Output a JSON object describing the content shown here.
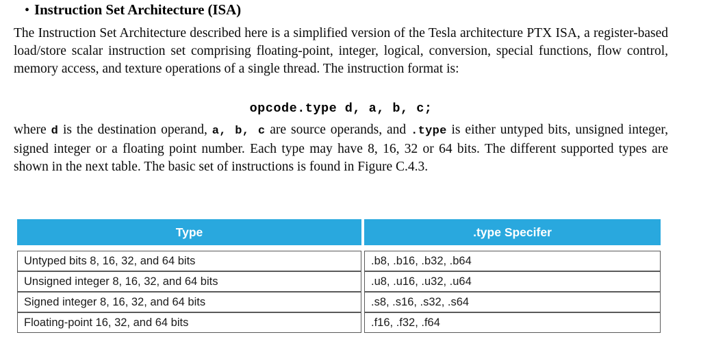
{
  "heading": {
    "bullet_glyph": "•",
    "text": "Instruction Set Architecture (ISA)"
  },
  "paragraph_1": {
    "full_text": "The Instruction Set Architecture described here is a simplified version of the Tesla architecture PTX ISA, a register-based load/store scalar instruction set comprising floating-point, integer, logical, conversion, special functions, flow control, memory access, and texture operations of a single thread. The instruction format is:"
  },
  "code_line": {
    "text": "opcode.type d, a, b, c;"
  },
  "paragraph_2": {
    "seg_1": "where ",
    "code_1": "d",
    "seg_2": " is the destination operand, ",
    "code_2": "a, b, c",
    "seg_3": " are source operands, and ",
    "code_3": ".type",
    "seg_4": " is either untyped bits, unsigned integer, signed integer or a floating point number. Each type may have 8, 16, 32 or 64 bits. The different supported types are shown in the next table. The basic set of instructions is found in Figure C.4.3."
  },
  "table": {
    "header_color": "#29a8de",
    "header_text_color": "#ffffff",
    "border_color": "#595959",
    "columns": [
      "Type",
      ".type Specifer"
    ],
    "rows": [
      {
        "type": "Untyped bits 8, 16, 32, and 64 bits",
        "specifier": ".b8, .b16, .b32, .b64"
      },
      {
        "type": "Unsigned integer 8, 16, 32, and 64 bits",
        "specifier": ".u8, .u16, .u32, .u64"
      },
      {
        "type": "Signed integer 8, 16, 32, and 64 bits",
        "specifier": ".s8, .s16, .s32, .s64"
      },
      {
        "type": "Floating-point 16, 32, and 64 bits",
        "specifier": ".f16, .f32, .f64"
      }
    ]
  }
}
